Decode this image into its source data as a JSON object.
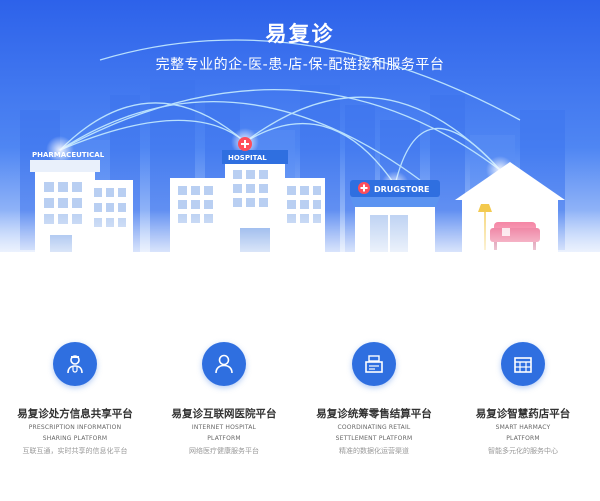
{
  "hero": {
    "title": "易复诊",
    "subtitle": "完整专业的企-医-患-店-保-配链接和服务平台",
    "colors": {
      "sky_top": "#2f66ec",
      "sky_bottom": "#8fb4f8",
      "glow": "#bfe6ff"
    }
  },
  "buildings": {
    "pharmaceutical": {
      "sign": "PHARMACEUTICAL"
    },
    "hospital": {
      "sign": "HOSPITAL"
    },
    "drugstore": {
      "sign": "DRUGSTORE"
    },
    "home": {}
  },
  "features": [
    {
      "icon": "doctor-icon",
      "title": "易复诊处方信息共享平台",
      "en_line1": "PRESCRIPTION INFORMATION",
      "en_line2": "SHARING PLATFORM",
      "desc": "互联互通，实时共享的信息化平台"
    },
    {
      "icon": "user-icon",
      "title": "易复诊互联网医院平台",
      "en_line1": "INTERNET HOSPITAL",
      "en_line2": "PLATFORM",
      "desc": "网络医疗健康服务平台"
    },
    {
      "icon": "cash-register-icon",
      "title": "易复诊统筹零售结算平台",
      "en_line1": "COORDINATING RETAIL",
      "en_line2": "SETTLEMENT PLATFORM",
      "desc": "精准的数据化运营渠道"
    },
    {
      "icon": "pharmacy-store-icon",
      "title": "易复诊智慧药店平台",
      "en_line1": "SMART HARMACY",
      "en_line2": "PLATFORM",
      "desc": "智能多元化的服务中心"
    }
  ],
  "accent_color": "#2f6fe0"
}
